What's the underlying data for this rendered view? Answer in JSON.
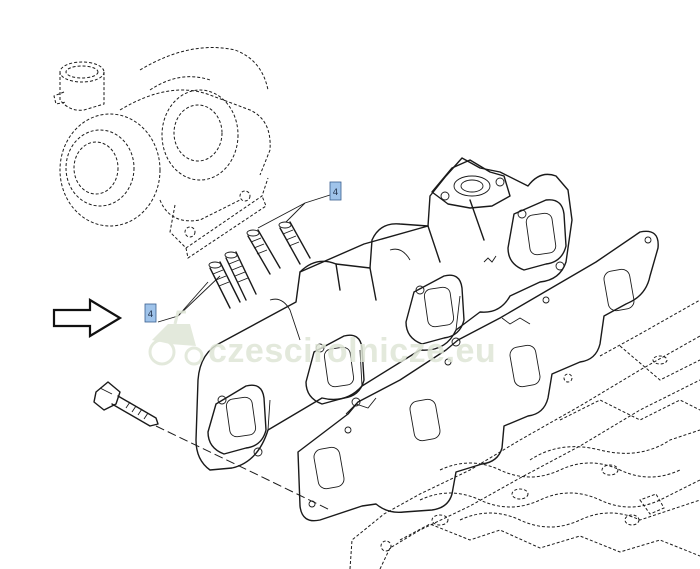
{
  "callouts": [
    {
      "label": "4"
    },
    {
      "label": "4"
    }
  ],
  "watermark": {
    "text": "czescirolnicze.eu"
  },
  "icons": {
    "watermark": "tractor-logo-icon",
    "arrow": "outline-arrow-right-icon"
  },
  "colors": {
    "callout_fill": "#9fc3ea",
    "line": "#1a1a1a",
    "watermark": "#dfe6d6"
  }
}
